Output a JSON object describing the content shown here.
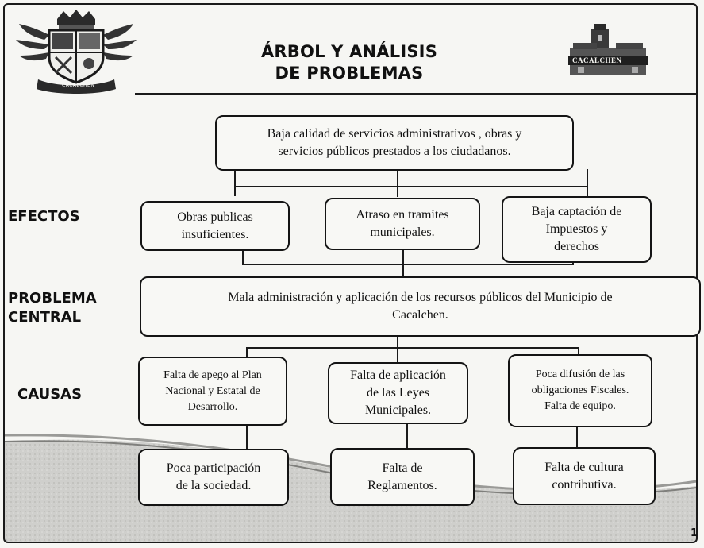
{
  "header": {
    "title_line1": "ÁRBOL Y ANÁLISIS",
    "title_line2": "DE PROBLEMAS",
    "logo_left_icon": "coat-of-arms-icon",
    "logo_right_icon": "church-landmark-icon",
    "logo_left_text": "CACALCHEN",
    "logo_right_text": "CACALCHEN"
  },
  "sections": {
    "efectos": "EFECTOS",
    "problema_line1": "PROBLEMA",
    "problema_line2": "CENTRAL",
    "causas": "CAUSAS"
  },
  "top_effect": {
    "line1": "Baja calidad de servicios administrativos , obras y",
    "line2": "servicios públicos prestados a los ciudadanos."
  },
  "effects": [
    {
      "line1": "Obras publicas",
      "line2": "insuficientes.",
      "line3": ""
    },
    {
      "line1": "Atraso en tramites",
      "line2": "municipales.",
      "line3": ""
    },
    {
      "line1": "Baja captación de",
      "line2": "Impuestos y",
      "line3": "derechos"
    }
  ],
  "central_problem": {
    "line1": "Mala administración  y aplicación  de los recursos públicos del Municipio de",
    "line2": "Cacalchen."
  },
  "causes": [
    {
      "line1": "Falta de apego al Plan",
      "line2": "Nacional y Estatal de",
      "line3": "Desarrollo."
    },
    {
      "line1": "Falta de aplicación",
      "line2": "de las Leyes",
      "line3": "Municipales."
    },
    {
      "line1": "Poca difusión de las",
      "line2": "obligaciones Fiscales.",
      "line3": "Falta de equipo."
    }
  ],
  "root_causes": [
    {
      "line1": "Poca participación",
      "line2": "de la sociedad."
    },
    {
      "line1": "Falta de",
      "line2": "Reglamentos."
    },
    {
      "line1": "Falta de cultura",
      "line2": "contributiva."
    }
  ],
  "page_number": "1"
}
